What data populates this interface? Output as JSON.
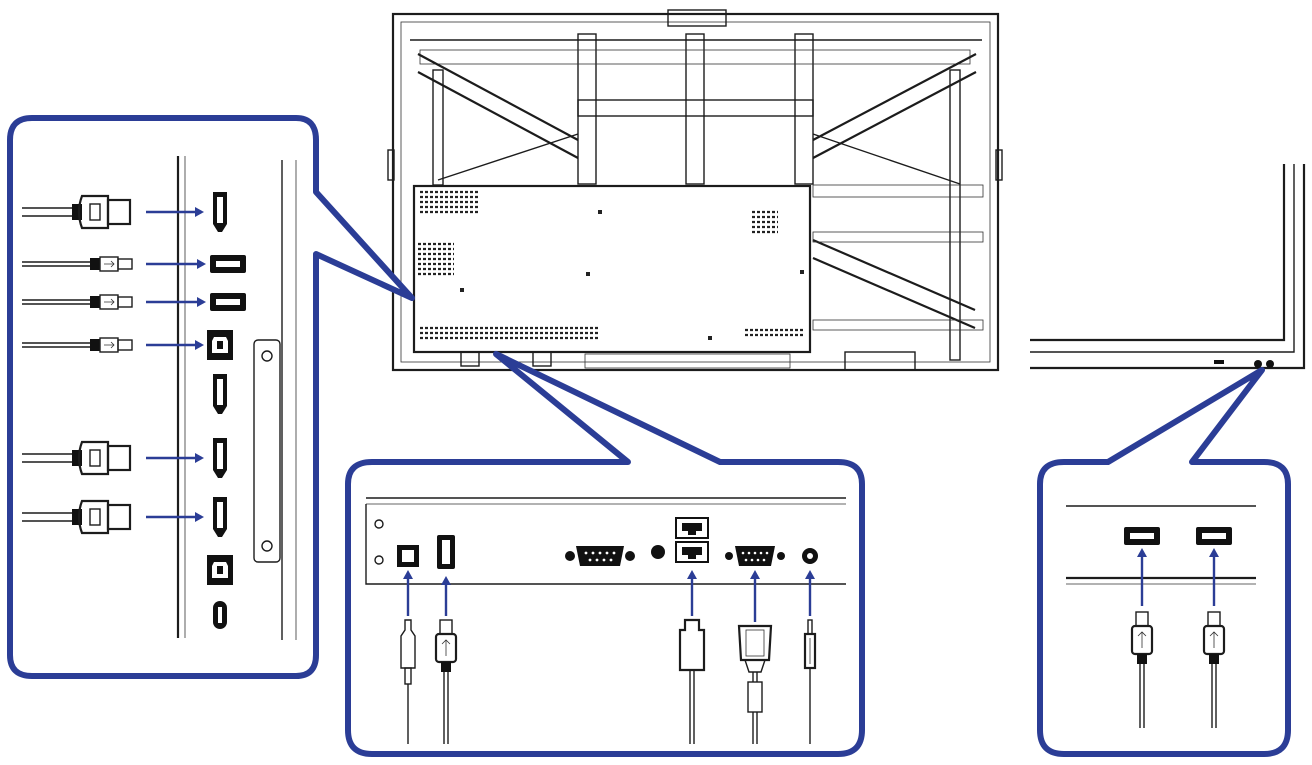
{
  "colors": {
    "callout_border": "#2b3d96",
    "connector_arrow": "#2b3d96",
    "line_art": "#1c1c1c"
  },
  "display_rear": {
    "icon": "display-rear-icon"
  },
  "side_panel": {
    "icon": "display-side-edge-icon"
  },
  "callouts": [
    {
      "id": "left-side-ports",
      "ports": [
        {
          "icon": "hdmi-port-icon",
          "cable_icon": "hdmi-cable-icon",
          "connected": true
        },
        {
          "icon": "usb-a-port-icon",
          "cable_icon": "usb-a-cable-icon",
          "connected": true
        },
        {
          "icon": "usb-a-port-icon",
          "cable_icon": "usb-a-cable-icon",
          "connected": true
        },
        {
          "icon": "usb-b-port-icon",
          "cable_icon": "usb-b-cable-icon",
          "connected": true
        },
        {
          "icon": "hdmi-port-icon",
          "cable_icon": "",
          "connected": false
        },
        {
          "icon": "hdmi-port-icon",
          "cable_icon": "hdmi-cable-icon",
          "connected": true
        },
        {
          "icon": "hdmi-port-icon",
          "cable_icon": "hdmi-cable-icon",
          "connected": true
        },
        {
          "icon": "usb-b-port-icon",
          "cable_icon": "",
          "connected": false
        },
        {
          "icon": "usb-c-port-icon",
          "cable_icon": "",
          "connected": false
        }
      ]
    },
    {
      "id": "bottom-ports",
      "ports": [
        {
          "icon": "optical-audio-port-icon",
          "cable_icon": "optical-audio-cable-icon",
          "connected": true
        },
        {
          "icon": "usb-a-port-icon",
          "cable_icon": "usb-a-cable-icon",
          "connected": true
        },
        {
          "icon": "vga-port-icon",
          "cable_icon": "",
          "connected": false
        },
        {
          "icon": "rj45-port-icon",
          "cable_icon": "rj45-cable-icon",
          "connected": true
        },
        {
          "icon": "rs232-port-icon",
          "cable_icon": "rs232-cable-icon",
          "connected": true
        },
        {
          "icon": "audio-jack-port-icon",
          "cable_icon": "audio-jack-cable-icon",
          "connected": true
        }
      ]
    },
    {
      "id": "side-usb-ports",
      "ports": [
        {
          "icon": "usb-a-port-icon",
          "cable_icon": "usb-a-cable-icon",
          "connected": true
        },
        {
          "icon": "usb-a-port-icon",
          "cable_icon": "usb-a-cable-icon",
          "connected": true
        }
      ]
    }
  ]
}
